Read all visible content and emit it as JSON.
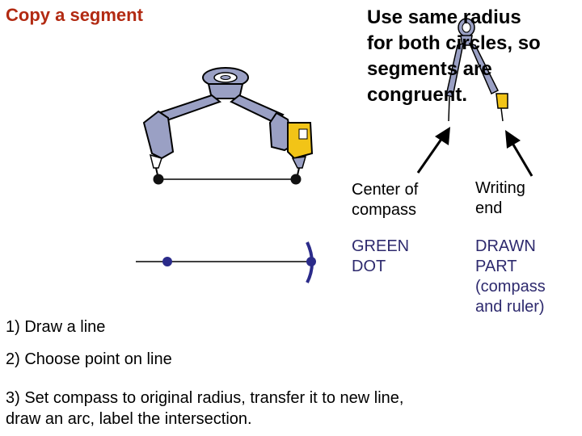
{
  "title": "Copy a segment",
  "note": "Use same radius\nfor both circles, so\nsegments are\ncongruent.",
  "table": {
    "row1": {
      "left": "Center of\ncompass",
      "right": "Writing\nend"
    },
    "row2": {
      "left": "GREEN\nDOT",
      "right": "DRAWN\nPART\n(compass\nand ruler)"
    }
  },
  "steps": [
    "1)  Draw a line",
    "2)  Choose point on line",
    "3)  Set compass to original radius, transfer it to new line,\ndraw an arc, label the intersection."
  ],
  "colors": {
    "title": "#b22a12",
    "dot": "#2b2b8a",
    "compass_body": "#9aa0c4",
    "compass_tip": "#f2c417"
  }
}
